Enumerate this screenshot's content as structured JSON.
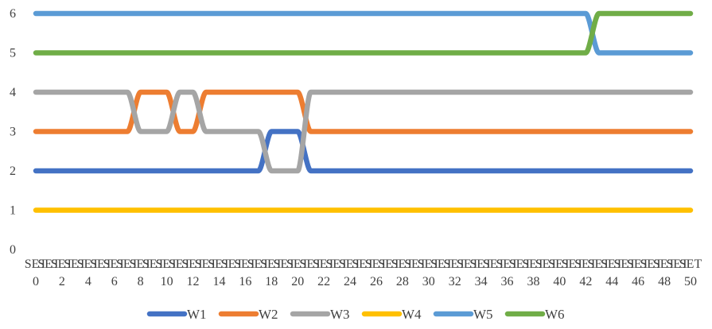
{
  "chart_data": {
    "type": "line",
    "title": "",
    "xlabel": "",
    "ylabel": "",
    "ylim": [
      0,
      6
    ],
    "yticks": [
      0,
      1,
      2,
      3,
      4,
      5,
      6
    ],
    "grid": false,
    "legend_position": "bottom",
    "x_prefix": "SET",
    "x": [
      0,
      1,
      2,
      3,
      4,
      5,
      6,
      7,
      8,
      9,
      10,
      11,
      12,
      13,
      14,
      15,
      16,
      17,
      18,
      19,
      20,
      21,
      22,
      23,
      24,
      25,
      26,
      27,
      28,
      29,
      30,
      31,
      32,
      33,
      34,
      35,
      36,
      37,
      38,
      39,
      40,
      41,
      42,
      43,
      44,
      45,
      46,
      47,
      48,
      49,
      50
    ],
    "xtick_numbers": [
      0,
      2,
      4,
      6,
      8,
      10,
      12,
      14,
      16,
      18,
      20,
      22,
      24,
      26,
      28,
      30,
      32,
      34,
      36,
      38,
      40,
      42,
      44,
      46,
      48,
      50
    ],
    "series": [
      {
        "name": "W1",
        "color": "#4472C4",
        "values": [
          2,
          2,
          2,
          2,
          2,
          2,
          2,
          2,
          2,
          2,
          2,
          2,
          2,
          2,
          2,
          2,
          2,
          2,
          3,
          3,
          3,
          2,
          2,
          2,
          2,
          2,
          2,
          2,
          2,
          2,
          2,
          2,
          2,
          2,
          2,
          2,
          2,
          2,
          2,
          2,
          2,
          2,
          2,
          2,
          2,
          2,
          2,
          2,
          2,
          2,
          2
        ]
      },
      {
        "name": "W2",
        "color": "#ED7D31",
        "values": [
          3,
          3,
          3,
          3,
          3,
          3,
          3,
          3,
          4,
          4,
          4,
          3,
          3,
          4,
          4,
          4,
          4,
          4,
          4,
          4,
          4,
          3,
          3,
          3,
          3,
          3,
          3,
          3,
          3,
          3,
          3,
          3,
          3,
          3,
          3,
          3,
          3,
          3,
          3,
          3,
          3,
          3,
          3,
          3,
          3,
          3,
          3,
          3,
          3,
          3,
          3
        ]
      },
      {
        "name": "W3",
        "color": "#A5A5A5",
        "values": [
          4,
          4,
          4,
          4,
          4,
          4,
          4,
          4,
          3,
          3,
          3,
          4,
          4,
          3,
          3,
          3,
          3,
          3,
          2,
          2,
          2,
          4,
          4,
          4,
          4,
          4,
          4,
          4,
          4,
          4,
          4,
          4,
          4,
          4,
          4,
          4,
          4,
          4,
          4,
          4,
          4,
          4,
          4,
          4,
          4,
          4,
          4,
          4,
          4,
          4,
          4
        ]
      },
      {
        "name": "W4",
        "color": "#FFC000",
        "values": [
          1,
          1,
          1,
          1,
          1,
          1,
          1,
          1,
          1,
          1,
          1,
          1,
          1,
          1,
          1,
          1,
          1,
          1,
          1,
          1,
          1,
          1,
          1,
          1,
          1,
          1,
          1,
          1,
          1,
          1,
          1,
          1,
          1,
          1,
          1,
          1,
          1,
          1,
          1,
          1,
          1,
          1,
          1,
          1,
          1,
          1,
          1,
          1,
          1,
          1,
          1
        ]
      },
      {
        "name": "W5",
        "color": "#5B9BD5",
        "values": [
          6,
          6,
          6,
          6,
          6,
          6,
          6,
          6,
          6,
          6,
          6,
          6,
          6,
          6,
          6,
          6,
          6,
          6,
          6,
          6,
          6,
          6,
          6,
          6,
          6,
          6,
          6,
          6,
          6,
          6,
          6,
          6,
          6,
          6,
          6,
          6,
          6,
          6,
          6,
          6,
          6,
          6,
          6,
          5,
          5,
          5,
          5,
          5,
          5,
          5,
          5
        ]
      },
      {
        "name": "W6",
        "color": "#70AD47",
        "values": [
          5,
          5,
          5,
          5,
          5,
          5,
          5,
          5,
          5,
          5,
          5,
          5,
          5,
          5,
          5,
          5,
          5,
          5,
          5,
          5,
          5,
          5,
          5,
          5,
          5,
          5,
          5,
          5,
          5,
          5,
          5,
          5,
          5,
          5,
          5,
          5,
          5,
          5,
          5,
          5,
          5,
          5,
          5,
          6,
          6,
          6,
          6,
          6,
          6,
          6,
          6
        ]
      }
    ]
  }
}
